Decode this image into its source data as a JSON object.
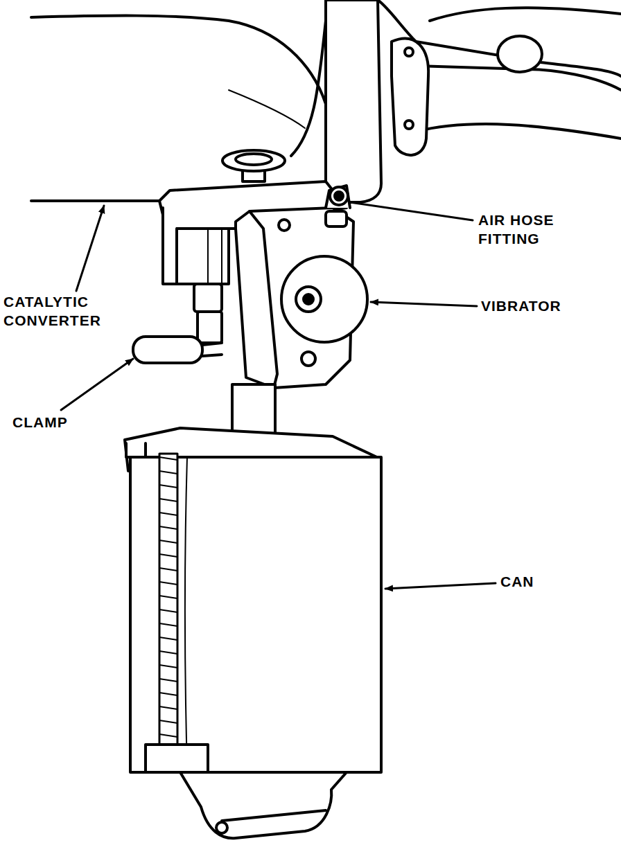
{
  "diagram": {
    "labels": [
      "AIR HOSE FITTING",
      "VIBRATOR",
      "CATALYTIC CONVERTER",
      "CLAMP",
      "CAN"
    ]
  }
}
